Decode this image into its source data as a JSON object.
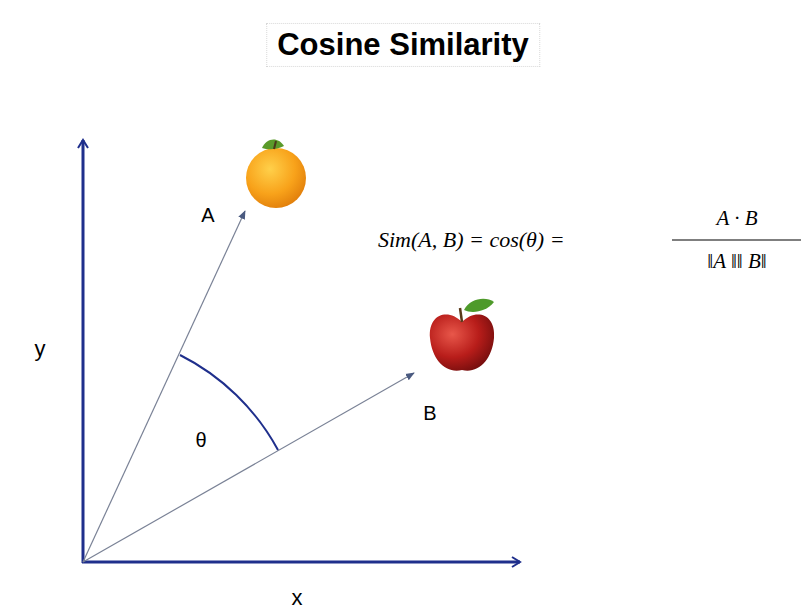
{
  "diagram": {
    "title": "Cosine Similarity",
    "labels": [
      "A",
      "B",
      "θ",
      "y",
      "x",
      "Sim(A, B) = cos(θ) =",
      "A · B",
      "‖A ‖‖ B‖"
    ]
  }
}
